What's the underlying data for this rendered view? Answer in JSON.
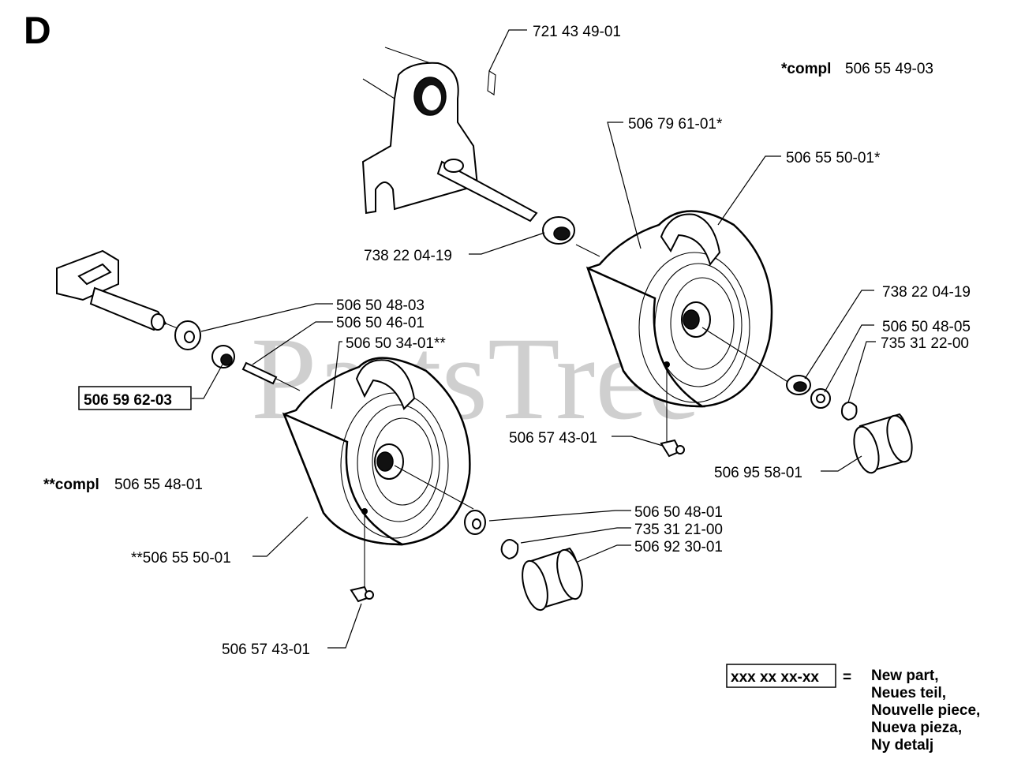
{
  "section_letter": "D",
  "watermark": "PartsTree",
  "callouts": {
    "pin_top": "721 43 49-01",
    "compl_star_prefix": "*compl",
    "compl_star_number": "506 55 49-03",
    "tire_right_a": "506 79 61-01*",
    "tire_right_b": "506 55 50-01*",
    "bearing_upper": "738 22 04-19",
    "washer_left": "506 50 48-03",
    "key_left": "506 50 46-01",
    "tire_left": "506 50 34-01**",
    "new_part_box": "506 59 62-03",
    "bearing_right": "738 22 04-19",
    "washer_right": "506 50 48-05",
    "clip_right": "735 31 22-00",
    "valve_right": "506 57 43-01",
    "cap_right": "506 95 58-01",
    "compl_double_prefix": "**compl",
    "compl_double_number": "506 55 48-01",
    "washer_lower": "506 50 48-01",
    "clip_lower": "735 31 21-00",
    "cap_lower": "506 92 30-01",
    "wheel_left_assembly": "**506 55 50-01",
    "valve_left": "506 57 43-01"
  },
  "legend": {
    "sample": "xxx xx xx-xx",
    "equals": "=",
    "lines": [
      "New part,",
      "Neues teil,",
      "Nouvelle piece,",
      "Nueva pieza,",
      "Ny detalj"
    ]
  }
}
